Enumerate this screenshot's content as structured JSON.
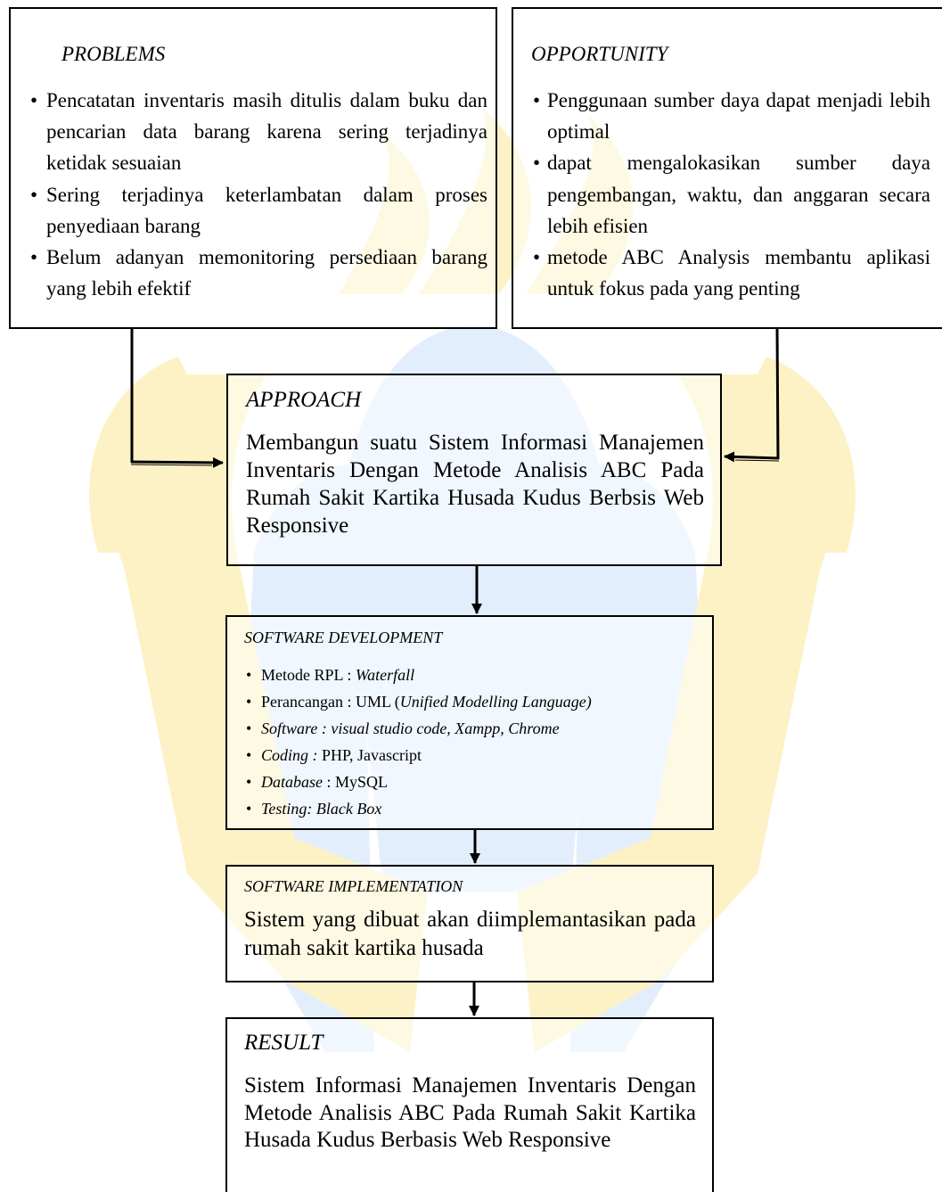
{
  "colors": {
    "watermark_yellow": "#fdf2c6",
    "watermark_blue": "#e3eefc",
    "border": "#000000"
  },
  "problems": {
    "title": "PROBLEMS",
    "items": [
      "Pencatatan inventaris masih ditulis dalam buku dan pencarian data barang karena sering terjadinya ketidak sesuaian",
      "Sering terjadinya keterlambatan dalam proses penyediaan barang",
      "Belum adanyan memonitoring persediaan barang yang lebih efektif"
    ]
  },
  "opportunity": {
    "title": "OPPORTUNITY",
    "items": [
      "Penggunaan sumber daya dapat menjadi lebih optimal",
      "dapat mengalokasikan sumber daya pengembangan, waktu, dan anggaran secara lebih efisien",
      "metode ABC Analysis membantu aplikasi untuk fokus pada yang penting"
    ]
  },
  "approach": {
    "title": "APPROACH",
    "body": "Membangun suatu Sistem Informasi Manajemen Inventaris Dengan Metode Analisis ABC Pada Rumah Sakit Kartika Husada Kudus Berbsis Web Responsive"
  },
  "software_development": {
    "title": "SOFTWARE DEVELOPMENT",
    "items": [
      {
        "label": "Metode RPL : ",
        "value": "Waterfall"
      },
      {
        "label": "Perancangan : UML (",
        "value": "Unified Modelling Language)"
      },
      {
        "label": "Software : visual studio code, Xampp, Chrome",
        "value": ""
      },
      {
        "label": "Coding : ",
        "value": "PHP, Javascript"
      },
      {
        "label": "Database",
        "value": " : MySQL"
      },
      {
        "label": "Testing: Black Box",
        "value": ""
      }
    ]
  },
  "software_implementation": {
    "title": "SOFTWARE IMPLEMENTATION",
    "body": "Sistem yang dibuat akan diimplemantasikan pada rumah sakit kartika husada"
  },
  "result": {
    "title": "RESULT",
    "body": "Sistem Informasi Manajemen Inventaris Dengan Metode Analisis ABC Pada Rumah Sakit Kartika Husada Kudus Berbasis Web Responsive"
  }
}
